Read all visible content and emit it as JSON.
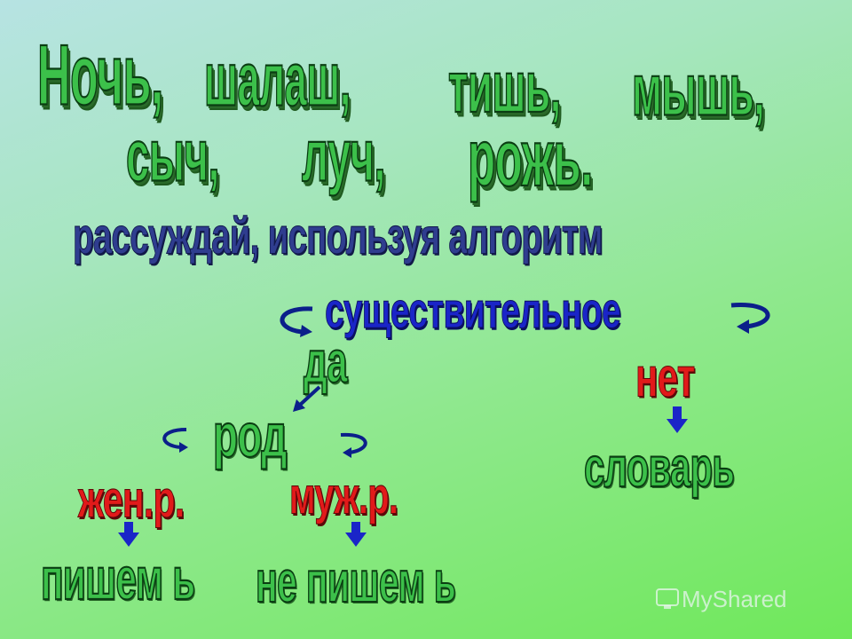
{
  "title_line1": [
    "Ночь,",
    "шалаш,",
    "тишь,",
    "мышь,"
  ],
  "title_line2": [
    "сыч,",
    "луч,",
    "рожь."
  ],
  "instruction": "рассуждай, используя алгоритм",
  "tree": {
    "root": "существительное",
    "yes": "да",
    "no": "нет",
    "gender": "род",
    "fem": "жен.р.",
    "masc": "муж.р.",
    "dictionary": "словарь",
    "write_soft_sign": "пишем ь",
    "no_soft_sign": "не пишем  ь"
  },
  "watermark": "MyShared",
  "colors": {
    "green": "#3cc04a",
    "blue": "#2f3d8f",
    "bright_blue": "#1a25c8",
    "red": "#e11a1a"
  }
}
